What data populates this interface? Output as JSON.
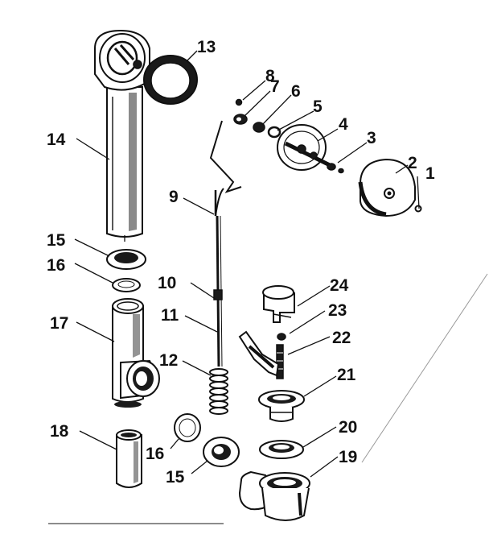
{
  "callouts": [
    "1",
    "2",
    "3",
    "4",
    "5",
    "6",
    "7",
    "8",
    "9",
    "10",
    "11",
    "12",
    "13",
    "14",
    "15",
    "16",
    "17",
    "18",
    "19",
    "20",
    "21",
    "22",
    "23",
    "24",
    "16",
    "15"
  ]
}
